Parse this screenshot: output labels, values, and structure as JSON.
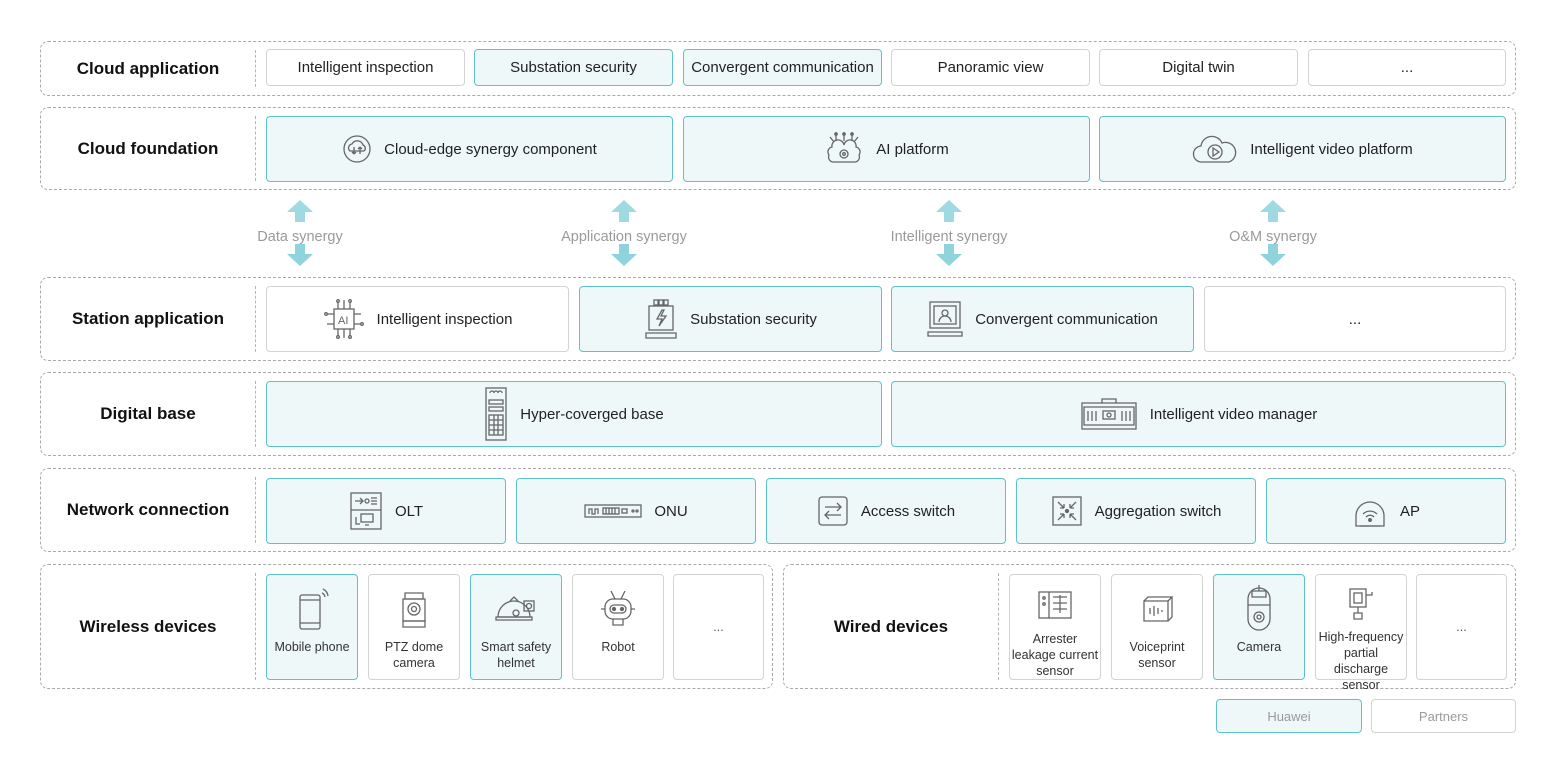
{
  "cloud_application": {
    "title": "Cloud application",
    "items": [
      "Intelligent inspection",
      "Substation security",
      "Convergent communication",
      "Panoramic view",
      "Digital twin",
      "..."
    ]
  },
  "cloud_foundation": {
    "title": "Cloud foundation",
    "items": [
      "Cloud-edge synergy component",
      "AI platform",
      "Intelligent video platform"
    ]
  },
  "synergy": [
    "Data synergy",
    "Application synergy",
    "Intelligent synergy",
    "O&M synergy"
  ],
  "station_application": {
    "title": "Station application",
    "items": [
      "Intelligent inspection",
      "Substation security",
      "Convergent communication",
      "..."
    ]
  },
  "digital_base": {
    "title": "Digital base",
    "items": [
      "Hyper-coverged base",
      "Intelligent video manager"
    ]
  },
  "network_connection": {
    "title": "Network connection",
    "items": [
      "OLT",
      "ONU",
      "Access switch",
      "Aggregation switch",
      "AP"
    ]
  },
  "wireless_devices": {
    "title": "Wireless devices",
    "items": [
      "Mobile phone",
      "PTZ dome camera",
      "Smart safety helmet",
      "Robot",
      "..."
    ]
  },
  "wired_devices": {
    "title": "Wired devices",
    "items": [
      "Arrester leakage current sensor",
      "Voiceprint sensor",
      "Camera",
      "High-frequency partial discharge sensor",
      "..."
    ]
  },
  "legend": {
    "huawei": "Huawei",
    "partners": "Partners"
  },
  "colors": {
    "huawei_fill": "#eef8f9",
    "huawei_border": "#5cc3cc",
    "partner_border": "#d3d3d3",
    "arrow": "#8fd3dc"
  }
}
